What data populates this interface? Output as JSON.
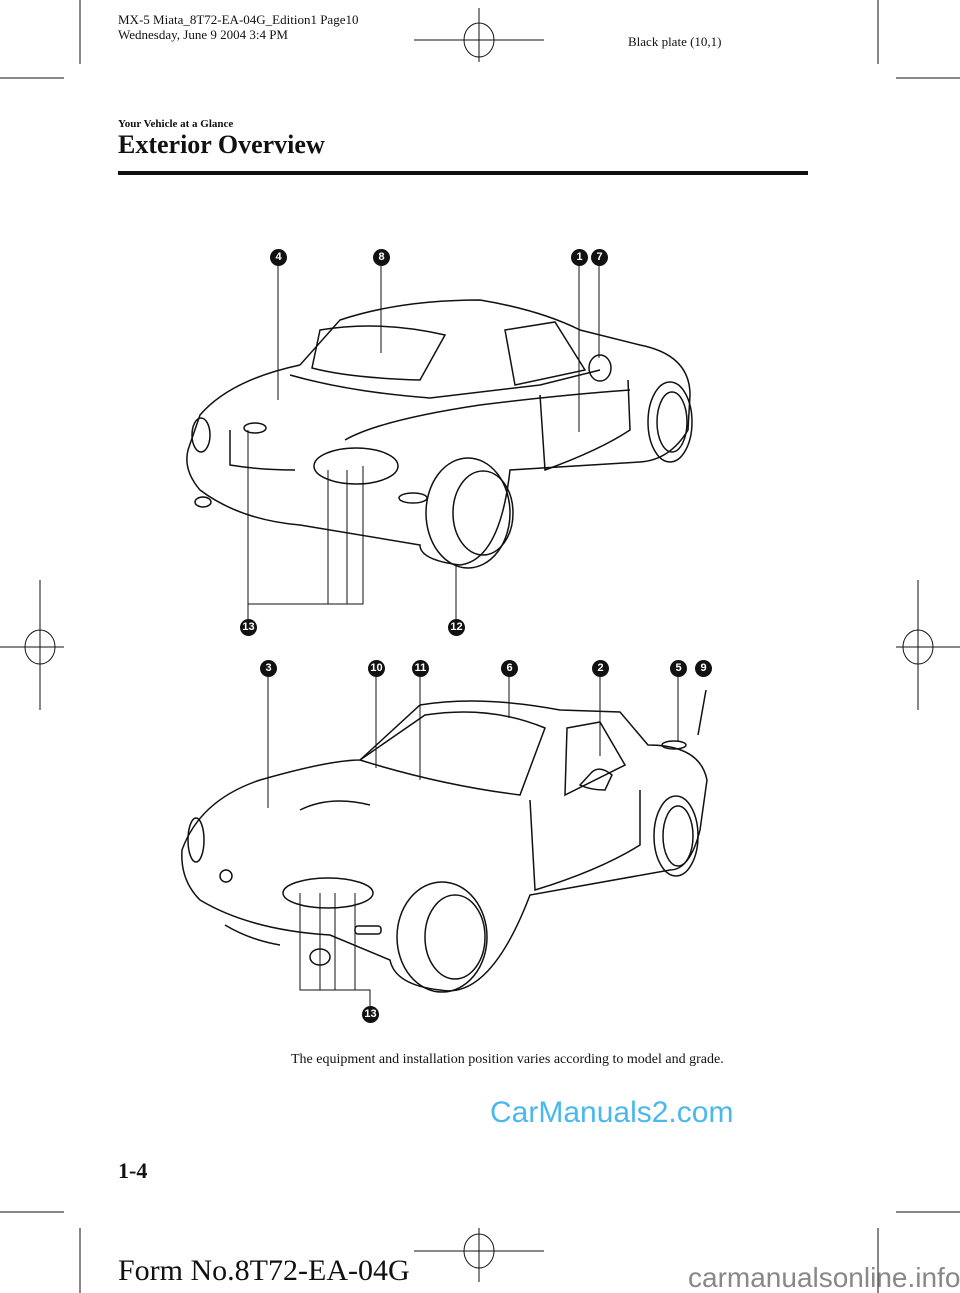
{
  "print_header": {
    "line1": "MX-5 Miata_8T72-EA-04G_Edition1 Page10",
    "line2": "Wednesday, June 9 2004 3:4 PM",
    "plate": "Black plate (10,1)"
  },
  "section": "Your Vehicle at a Glance",
  "title": "Exterior Overview",
  "figures": {
    "rear_view_callouts": [
      "4",
      "8",
      "1",
      "7",
      "13",
      "12"
    ],
    "front_view_callouts": [
      "3",
      "10",
      "11",
      "6",
      "2",
      "5",
      "9",
      "13"
    ]
  },
  "caption": "The equipment and installation position varies according to model and grade.",
  "watermark_top": "CarManuals2.com",
  "page_number": "1-4",
  "form_number": "Form No.8T72-EA-04G",
  "watermark_bottom": "carmanualsonline.info"
}
